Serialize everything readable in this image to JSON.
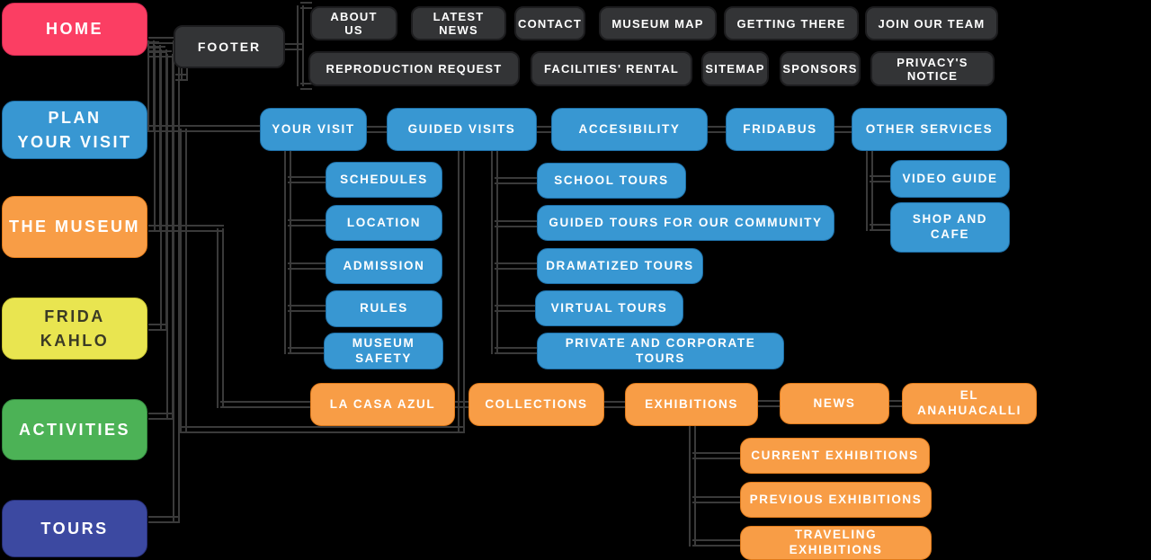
{
  "title": "Museum website sitemap",
  "colors": {
    "pink": "#fb3e63",
    "blue": "#3897d2",
    "orange": "#f89d46",
    "yellow": "#e9e550",
    "green": "#4cb256",
    "navy": "#3c49a1",
    "dark_box": "#333436",
    "line": "#3a3a3a",
    "text": "#ffffff"
  },
  "sidebar": {
    "items": [
      {
        "id": "home",
        "label": "HOME"
      },
      {
        "id": "plan-your-visit",
        "label": "PLAN\nYOUR VISIT"
      },
      {
        "id": "the-museum",
        "label": "THE MUSEUM"
      },
      {
        "id": "frida-kahlo",
        "label": "FRIDA\nKAHLO"
      },
      {
        "id": "activities",
        "label": "ACTIVITIES"
      },
      {
        "id": "tours",
        "label": "TOURS"
      }
    ]
  },
  "footer": {
    "label": "FOOTER",
    "row1": [
      "ABOUT US",
      "LATEST NEWS",
      "CONTACT",
      "MUSEUM MAP",
      "GETTING THERE",
      "JOIN OUR TEAM"
    ],
    "row2": [
      "REPRODUCTION REQUEST",
      "FACILITIES' RENTAL",
      "SITEMAP",
      "SPONSORS",
      "PRIVACY'S NOTICE"
    ]
  },
  "plan_section": {
    "headers": [
      "YOUR VISIT",
      "GUIDED VISITS",
      "ACCESIBILITY",
      "FRIDABUS",
      "OTHER SERVICES"
    ],
    "your_visit_children": [
      "SCHEDULES",
      "LOCATION",
      "ADMISSION",
      "RULES",
      "MUSEUM SAFETY"
    ],
    "guided_visits_children": [
      "SCHOOL TOURS",
      "GUIDED TOURS FOR OUR COMMUNITY",
      "DRAMATIZED TOURS",
      "VIRTUAL TOURS",
      "PRIVATE AND CORPORATE TOURS"
    ],
    "other_services_children": [
      "VIDEO GUIDE",
      "SHOP AND CAFE"
    ]
  },
  "museum_section": {
    "headers": [
      "LA CASA AZUL",
      "COLLECTIONS",
      "EXHIBITIONS",
      "NEWS",
      "EL ANAHUACALLI"
    ],
    "exhibitions_children": [
      "CURRENT EXHIBITIONS",
      "PREVIOUS EXHIBITIONS",
      "TRAVELING EXHIBITIONS"
    ]
  }
}
